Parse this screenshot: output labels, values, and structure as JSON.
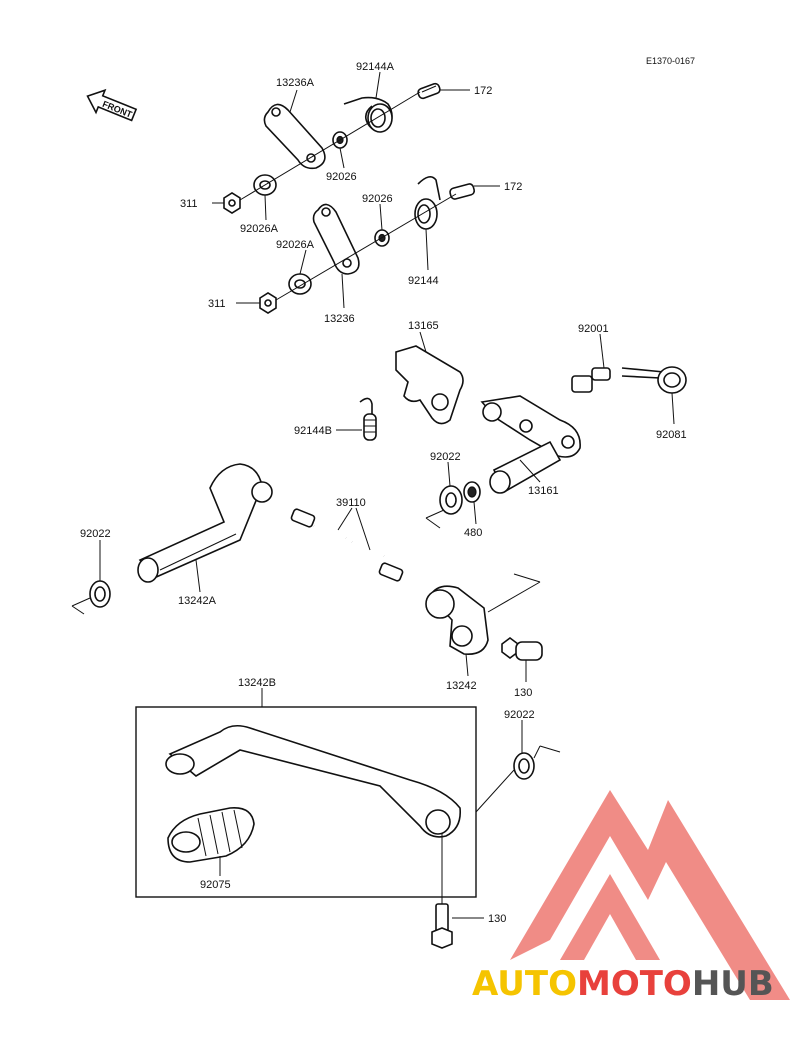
{
  "ref_code": "E1370-0167",
  "front_label": "FRONT",
  "labels": {
    "p13236A": "13236A",
    "p92144A": "92144A",
    "p172a": "172",
    "p92026a": "92026",
    "p311a": "311",
    "p92026Aa": "92026A",
    "p92026b": "92026",
    "p172b": "172",
    "p92026Ab": "92026A",
    "p92144": "92144",
    "p311b": "311",
    "p13236": "13236",
    "p13165": "13165",
    "p92001": "92001",
    "p92144B": "92144B",
    "p92081": "92081",
    "p92022a": "92022",
    "p13161": "13161",
    "p480": "480",
    "p39110": "39110",
    "p92022b": "92022",
    "p13242A": "13242A",
    "p13242": "13242",
    "p130a": "130",
    "p13242B": "13242B",
    "p92022c": "92022",
    "p92075": "92075",
    "p130b": "130"
  },
  "watermark": {
    "part1": "AUTO",
    "part2": "MOTO",
    "part3": "HUB",
    "color1": "#f5c400",
    "color2": "#e8413c",
    "color3": "#555555"
  }
}
